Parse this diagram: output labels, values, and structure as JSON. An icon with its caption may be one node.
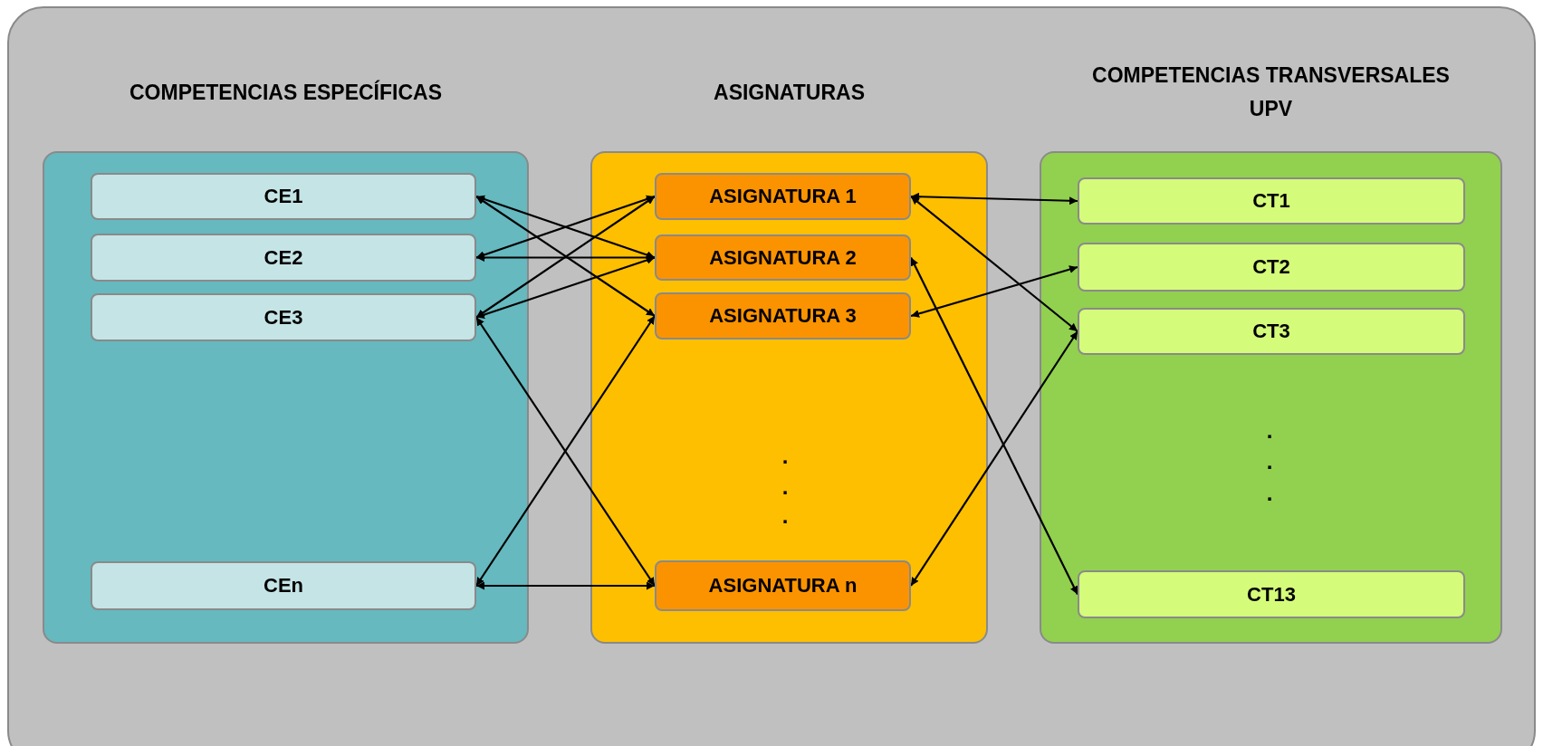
{
  "diagram": {
    "nodes": [
      {
        "text": [
          "COMPETENCIAS ESPECÍFICAS"
        ]
      },
      {
        "text": [
          "CE1"
        ],
        "in": 0
      },
      {
        "text": [
          "CE2"
        ],
        "in": 0
      },
      {
        "text": [
          "CE3"
        ],
        "in": 0
      },
      {
        "text": [
          "CEn"
        ],
        "in": 0
      },
      {
        "text": [
          "ASIGNATURAS"
        ]
      },
      {
        "text": [
          "ASIGNATURA 1"
        ],
        "in": 5
      },
      {
        "text": [
          "ASIGNATURA 2"
        ],
        "in": 5
      },
      {
        "text": [
          "ASIGNATURA 3"
        ],
        "in": 5
      },
      {
        "text": [
          "ASIGNATURA n"
        ],
        "in": 5
      },
      {
        "text": [
          "COMPETENCIAS TRANSVERSALES UPV"
        ]
      },
      {
        "text": [
          "CT1"
        ],
        "in": 10
      },
      {
        "text": [
          "CT2"
        ],
        "in": 10
      },
      {
        "text": [
          "CT3"
        ],
        "in": 10
      },
      {
        "text": [
          "CT13"
        ],
        "in": 10
      }
    ],
    "edges": [
      {
        "from": 1,
        "to": 7,
        "arrow": "both"
      },
      {
        "from": 1,
        "to": 8,
        "arrow": "both"
      },
      {
        "from": 2,
        "to": 6,
        "arrow": "both"
      },
      {
        "from": 2,
        "to": 7,
        "arrow": "both"
      },
      {
        "from": 3,
        "to": 6,
        "arrow": "both"
      },
      {
        "from": 3,
        "to": 7,
        "arrow": "both"
      },
      {
        "from": 3,
        "to": 9,
        "arrow": "both"
      },
      {
        "from": 4,
        "to": 8,
        "arrow": "both"
      },
      {
        "from": 4,
        "to": 9,
        "arrow": "both"
      },
      {
        "from": 6,
        "to": 11,
        "arrow": "both"
      },
      {
        "from": 6,
        "to": 13,
        "arrow": "both"
      },
      {
        "from": 8,
        "to": 12,
        "arrow": "both"
      },
      {
        "from": 7,
        "to": 14,
        "arrow": "both"
      },
      {
        "from": 9,
        "to": 13,
        "arrow": "both"
      }
    ],
    "labels": [
      ".",
      ".",
      ".",
      ".",
      ".",
      "."
    ]
  }
}
